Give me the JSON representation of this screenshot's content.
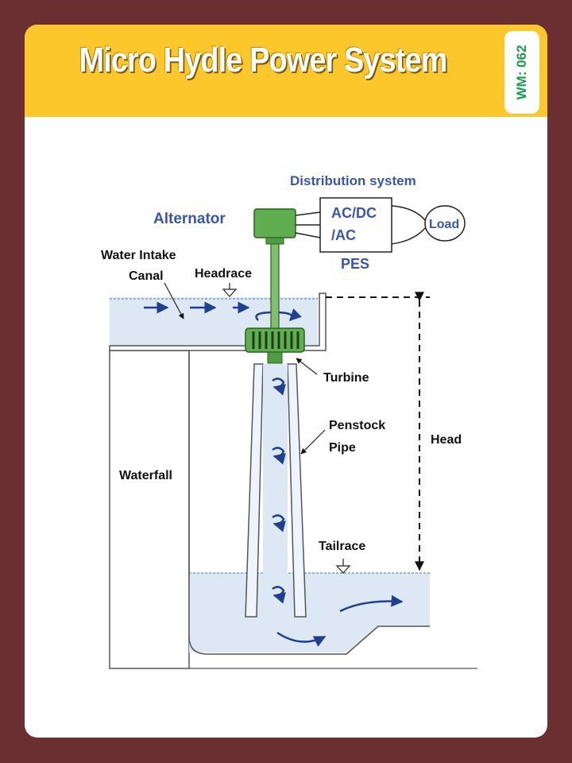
{
  "header": {
    "title": "Micro Hydle Power System",
    "badge": "WM: 062"
  },
  "diagram": {
    "labels": {
      "distribution_system": "Distribution system",
      "alternator": "Alternator",
      "acdc_line1": "AC/DC",
      "acdc_line2": "/AC",
      "load": "Load",
      "pes": "PES",
      "water_intake_line1": "Water Intake",
      "water_intake_line2": "Canal",
      "headrace": "Headrace",
      "turbine": "Turbine",
      "penstock_line1": "Penstock",
      "penstock_line2": "Pipe",
      "head": "Head",
      "waterfall": "Waterfall",
      "tailrace": "Tailrace"
    },
    "colors": {
      "water": "#dde8f4",
      "water_line": "#8fb7d9",
      "arrow": "#1f3f8f",
      "alternator": "#5fae4f",
      "blue_label": "#3a56a8"
    }
  }
}
